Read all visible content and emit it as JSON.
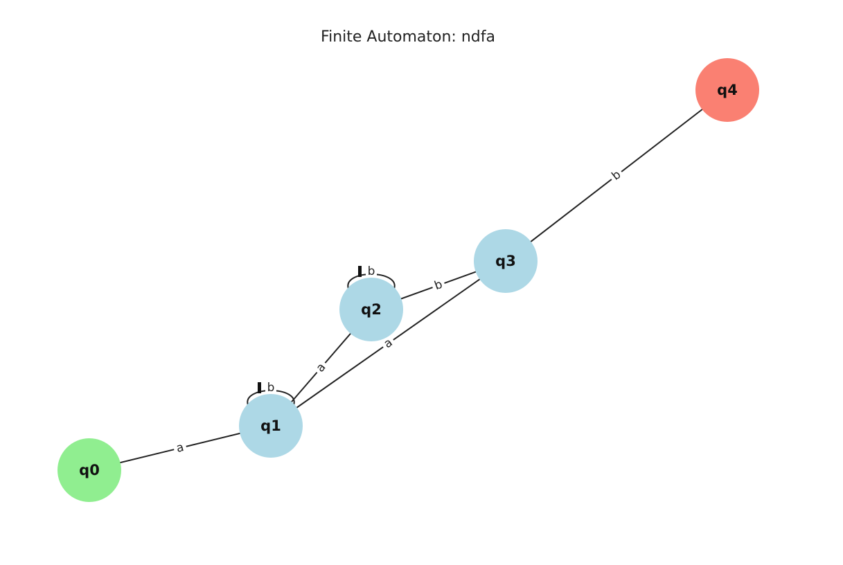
{
  "diagram": {
    "title": "Finite Automaton: ndfa",
    "colors": {
      "start": "#90EE90",
      "normal": "#ADD8E6",
      "accept": "#FA8072",
      "edge": "#222222"
    },
    "states": [
      {
        "id": "q0",
        "label": "q0",
        "kind": "start"
      },
      {
        "id": "q1",
        "label": "q1",
        "kind": "normal"
      },
      {
        "id": "q2",
        "label": "q2",
        "kind": "normal"
      },
      {
        "id": "q3",
        "label": "q3",
        "kind": "normal"
      },
      {
        "id": "q4",
        "label": "q4",
        "kind": "accept"
      }
    ],
    "transitions": [
      {
        "from": "q0",
        "to": "q1",
        "label": "a"
      },
      {
        "from": "q1",
        "to": "q1",
        "label": "b"
      },
      {
        "from": "q1",
        "to": "q2",
        "label": "a"
      },
      {
        "from": "q1",
        "to": "q3",
        "label": "a"
      },
      {
        "from": "q2",
        "to": "q2",
        "label": "b"
      },
      {
        "from": "q2",
        "to": "q3",
        "label": "b"
      },
      {
        "from": "q3",
        "to": "q4",
        "label": "b"
      }
    ]
  }
}
